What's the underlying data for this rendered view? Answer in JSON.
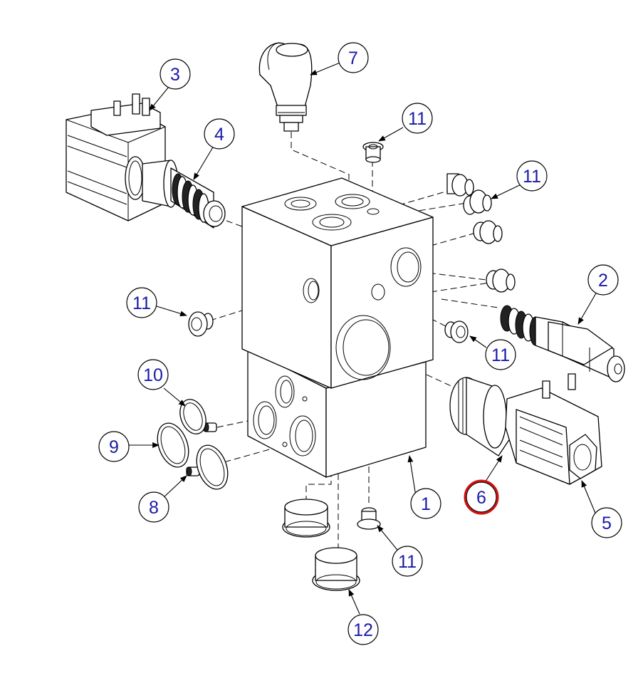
{
  "callouts": [
    {
      "id": "c1",
      "label": "1"
    },
    {
      "id": "c2",
      "label": "2"
    },
    {
      "id": "c3",
      "label": "3"
    },
    {
      "id": "c4",
      "label": "4"
    },
    {
      "id": "c5",
      "label": "5"
    },
    {
      "id": "c6",
      "label": "6",
      "highlighted": true
    },
    {
      "id": "c7",
      "label": "7"
    },
    {
      "id": "c8",
      "label": "8"
    },
    {
      "id": "c9",
      "label": "9"
    },
    {
      "id": "c10",
      "label": "10"
    },
    {
      "id": "c11a",
      "label": "11"
    },
    {
      "id": "c11b",
      "label": "11"
    },
    {
      "id": "c11c",
      "label": "11"
    },
    {
      "id": "c11d",
      "label": "11"
    },
    {
      "id": "c11e",
      "label": "11"
    },
    {
      "id": "c12",
      "label": "12"
    }
  ],
  "colors": {
    "callout_text": "#1a1aa8",
    "highlight_ring": "#d01010",
    "line": "#000000",
    "background": "#ffffff"
  }
}
